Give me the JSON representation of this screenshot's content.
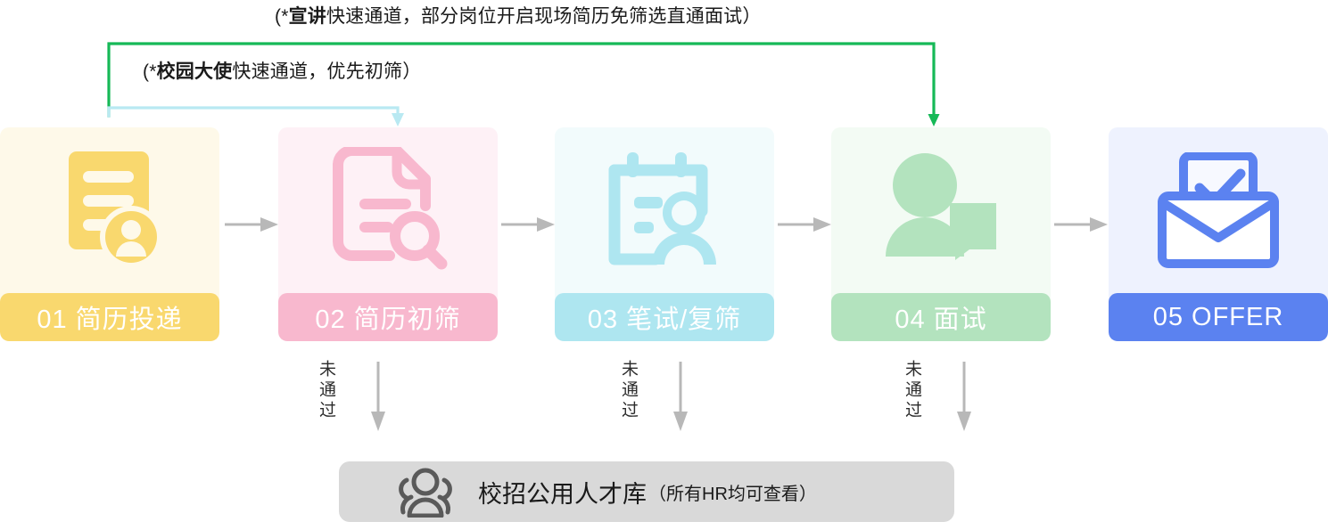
{
  "notes": {
    "campus_talk": {
      "prefix": "(*",
      "bold": "宣讲",
      "rest": "快速通道，部分岗位开启现场简历免筛选直通面试）"
    },
    "ambassador": {
      "prefix": "(*",
      "bold": "校园大使",
      "rest": "快速通道，优先初筛）"
    }
  },
  "colors": {
    "stage1_bg": "#FEF9E9",
    "stage1_accent": "#F9D86E",
    "stage2_bg": "#FEF1F6",
    "stage2_accent": "#F8B8CE",
    "stage3_bg": "#F2FBFC",
    "stage3_accent": "#AEE6F0",
    "stage4_bg": "#F3FBF4",
    "stage4_accent": "#B3E3BE",
    "stage5_bg": "#EEF2FE",
    "stage5_accent": "#5B82F0",
    "flow_arrow": "#B8B8B8",
    "ambassador_route": "#B9E9F2",
    "campus_talk_route": "#16B957",
    "pool_bar": "#D9D9D9",
    "pool_icon": "#5A5A5A"
  },
  "stages": [
    {
      "id": "01",
      "label": "01 简历投递",
      "icon": "resume-person-icon",
      "bg": "#FEF9E9",
      "accent": "#F9D86E"
    },
    {
      "id": "02",
      "label": "02 简历初筛",
      "icon": "resume-search-icon",
      "bg": "#FEF1F6",
      "accent": "#F8B8CE"
    },
    {
      "id": "03",
      "label": "03 笔试/复筛",
      "icon": "clipboard-person-icon",
      "bg": "#F2FBFC",
      "accent": "#AEE6F0"
    },
    {
      "id": "04",
      "label": "04 面试",
      "icon": "person-chat-icon",
      "bg": "#F3FBF4",
      "accent": "#B3E3BE"
    },
    {
      "id": "05",
      "label": "05 OFFER",
      "icon": "envelope-check-icon",
      "bg": "#EEF2FE",
      "accent": "#5B82F0"
    }
  ],
  "rejects": [
    {
      "label": "未通过",
      "from_stage": "02"
    },
    {
      "label": "未通过",
      "from_stage": "03"
    },
    {
      "label": "未通过",
      "from_stage": "04"
    }
  ],
  "talent_pool": {
    "icon": "people-group-icon",
    "title": "校招公用人才库",
    "subtitle": "（所有HR均可查看）"
  }
}
